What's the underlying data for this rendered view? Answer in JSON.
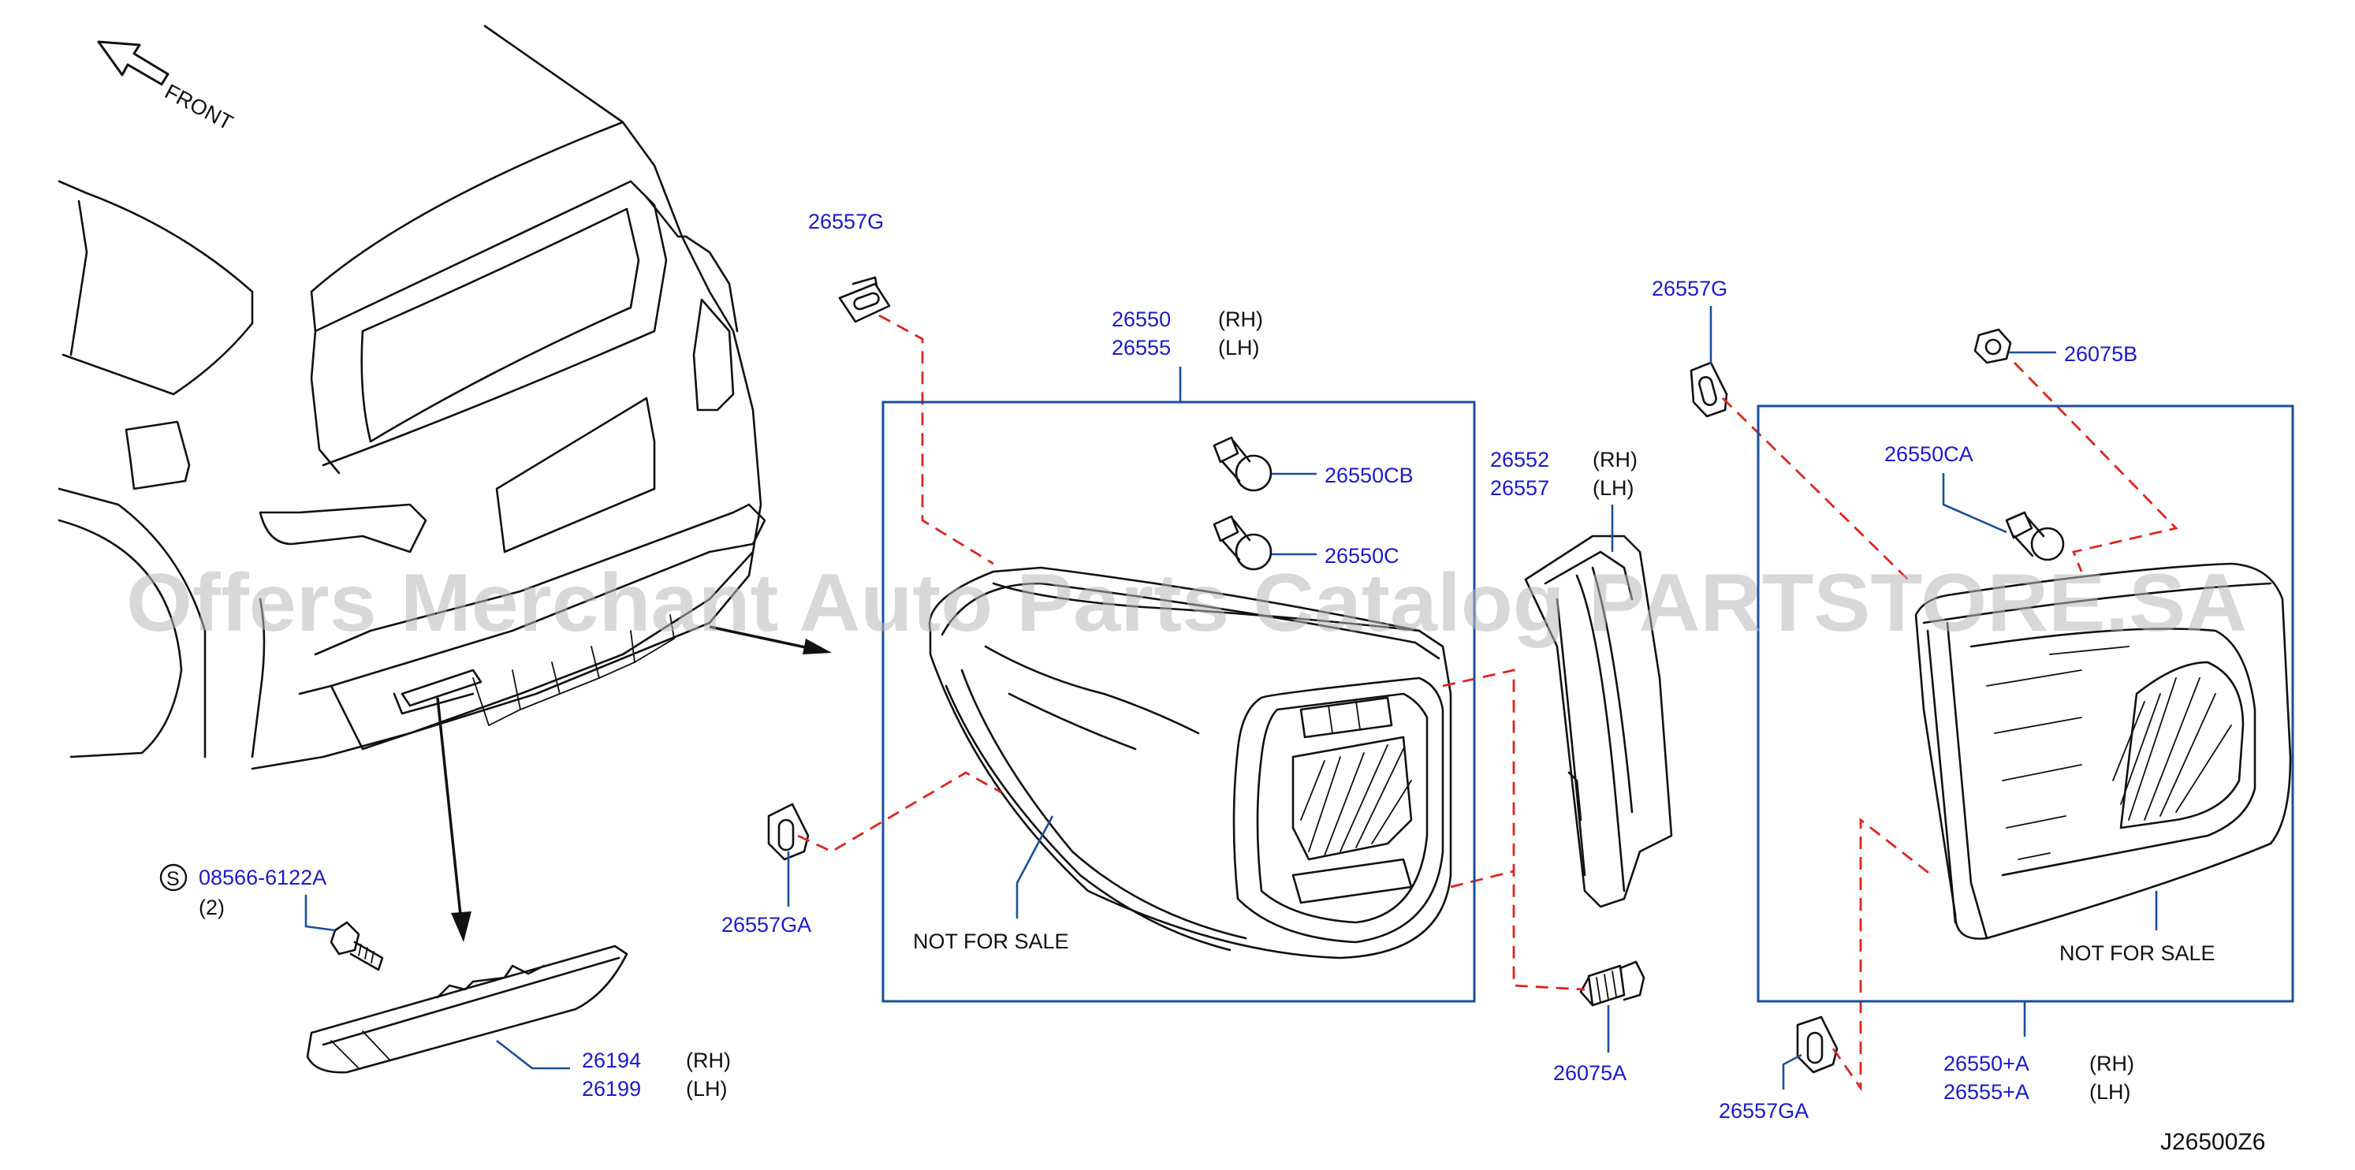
{
  "front_label": "FRONT",
  "screw_symbol": "S",
  "watermark": "Offers Merchant Auto Parts Catalog PARTSTORE.SA",
  "diagram_code": "J26500Z6",
  "not_for_sale": "NOT   FOR   SALE",
  "side": {
    "rh": "(RH)",
    "lh": "(LH)"
  },
  "callouts": {
    "p26557G_a": "26557G",
    "p26550": "26550",
    "p26555": "26555",
    "p26550CB": "26550CB",
    "p26550C": "26550C",
    "p26557GA_a": "26557GA",
    "p26552": "26552",
    "p26557": "26557",
    "p26075A": "26075A",
    "p26557G_b": "26557G",
    "p26075B": "26075B",
    "p26550CA": "26550CA",
    "p26557GA_b": "26557GA",
    "p26550A": "26550+A",
    "p26555A": "26555+A",
    "p08566": "08566-6122A",
    "qty2": "(2)",
    "p26194": "26194",
    "p26199": "26199"
  }
}
